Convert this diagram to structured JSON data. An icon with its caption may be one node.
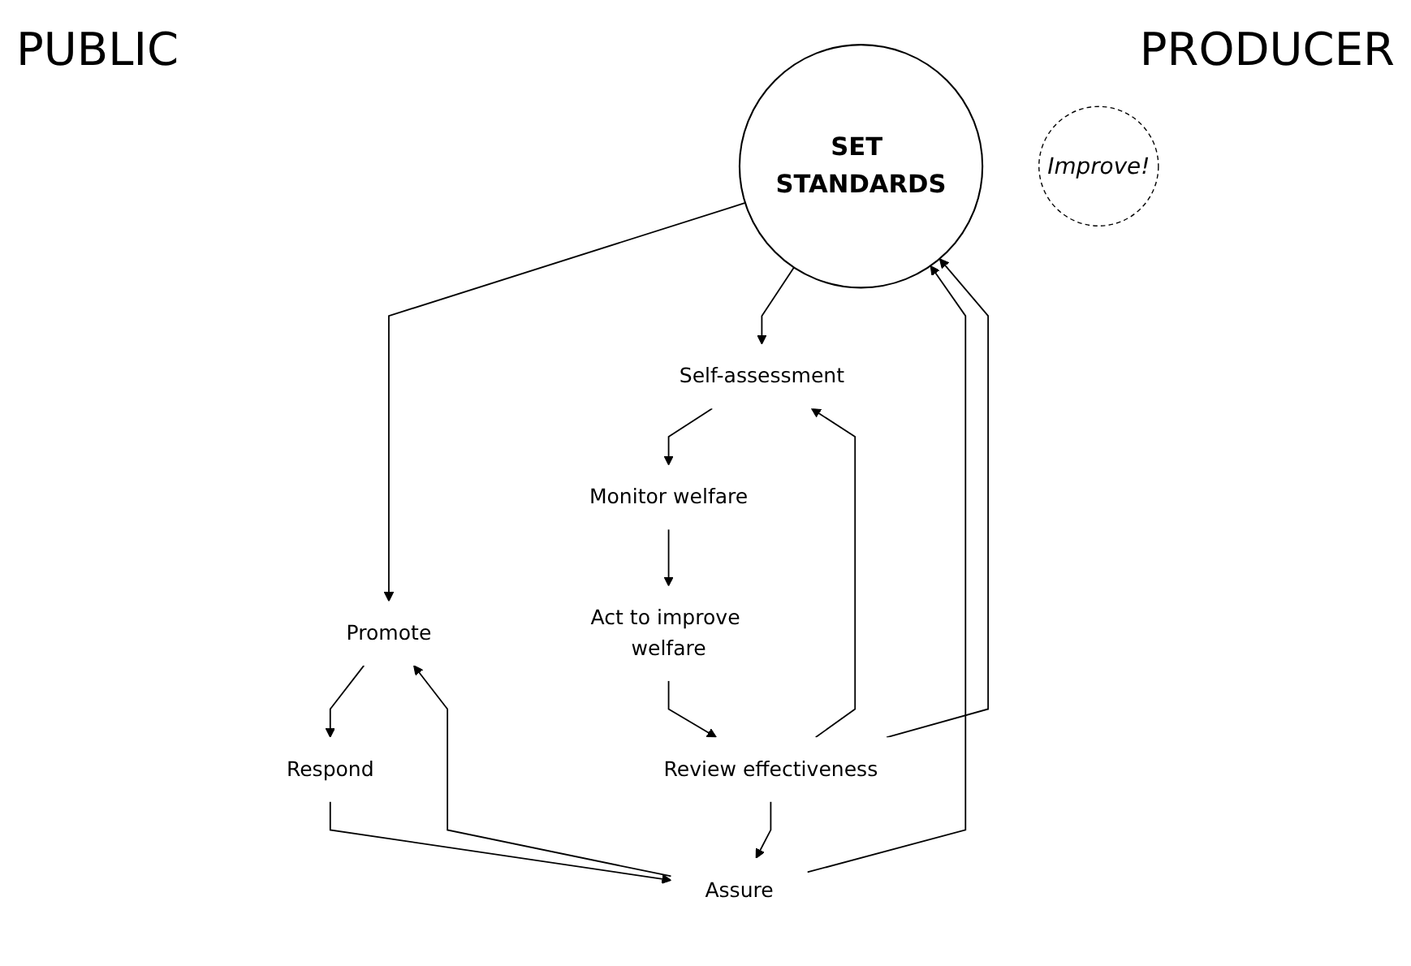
{
  "diagram": {
    "nodes": [
      {
        "text": [
          "SET STANDARDS"
        ]
      },
      {
        "text": [
          "Promote"
        ]
      },
      {
        "text": [
          "Improve!"
        ]
      },
      {
        "text": [
          "Self-assessment"
        ]
      },
      {
        "text": [
          "Review effectiveness"
        ]
      },
      {
        "text": [
          "Monitor welfare"
        ]
      },
      {
        "text": [
          "Assure"
        ]
      },
      {
        "text": [
          "Respond"
        ]
      },
      {
        "text": [
          "Act to improve welfare"
        ]
      }
    ],
    "edges": [
      {
        "from": 0,
        "to": 1,
        "arrow": "to"
      },
      {
        "from": 6,
        "to": 0,
        "arrow": "to"
      },
      {
        "from": 4,
        "to": 0,
        "arrow": "to"
      },
      {
        "from": 0,
        "to": 3,
        "arrow": "to"
      },
      {
        "from": 4,
        "to": 3,
        "arrow": "to"
      },
      {
        "from": 6,
        "to": 1,
        "arrow": "to"
      },
      {
        "from": 4,
        "to": 6,
        "arrow": "to"
      },
      {
        "from": 1,
        "to": 7,
        "arrow": "to"
      },
      {
        "from": 7,
        "to": 6,
        "arrow": "to"
      },
      {
        "from": 3,
        "to": 5,
        "arrow": "to"
      },
      {
        "from": 5,
        "to": 8,
        "arrow": "to"
      },
      {
        "from": 8,
        "to": 4,
        "arrow": "to"
      }
    ],
    "labels": [
      "PUBLIC",
      "PRODUCER"
    ]
  }
}
